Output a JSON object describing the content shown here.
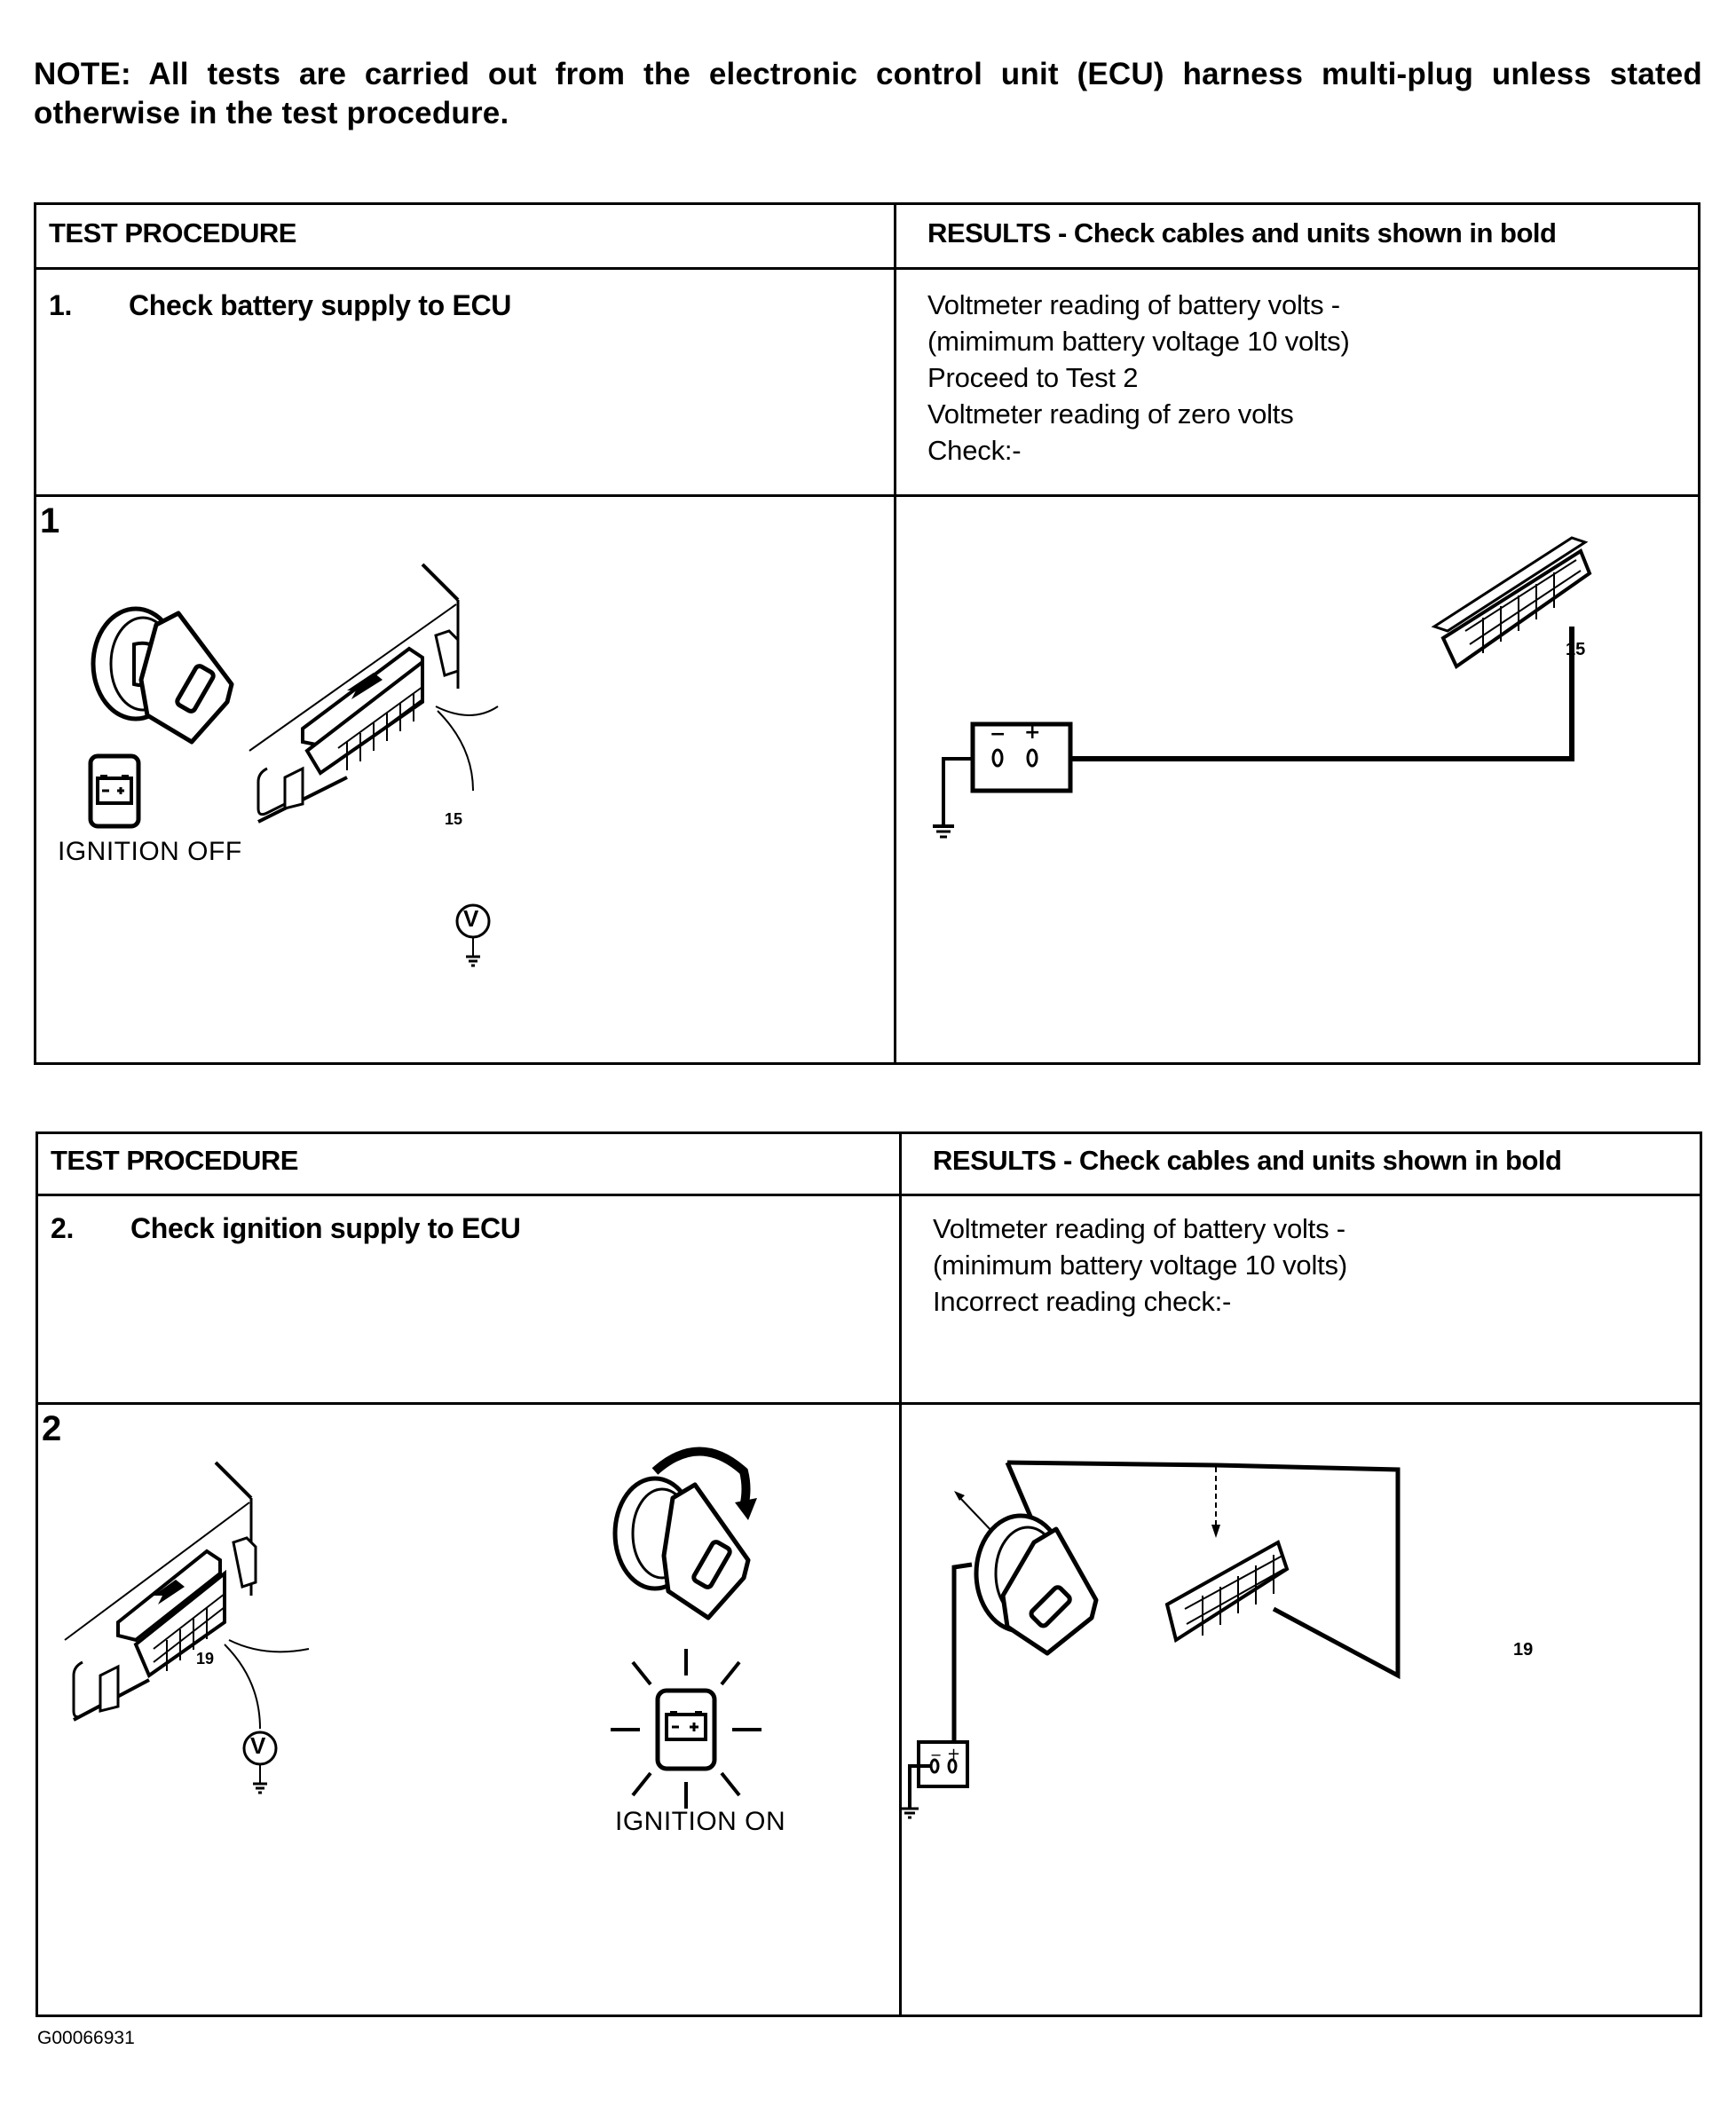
{
  "note": "NOTE: All tests are carried out from the electronic control unit (ECU) harness multi-plug unless stated otherwise in the test procedure.",
  "tests": [
    {
      "header_left": "TEST PROCEDURE",
      "header_right": "RESULTS - Check cables and units shown in bold",
      "step_number": "1.",
      "step_title": "Check battery supply to ECU",
      "results": [
        "Voltmeter reading of battery volts -",
        "(mimimum battery voltage 10 volts)",
        "Proceed to Test 2",
        "Voltmeter reading of zero volts",
        "Check:-"
      ],
      "figure_number": "1",
      "ignition_caption": "IGNITION OFF",
      "pin_label": "15",
      "meter_label": "V",
      "battery_minus": "−",
      "battery_plus": "+"
    },
    {
      "header_left": "TEST PROCEDURE",
      "header_right": "RESULTS - Check cables and units shown in bold",
      "step_number": "2.",
      "step_title": "Check ignition supply to ECU",
      "results": [
        "Voltmeter reading of battery volts -",
        "(minimum battery voltage 10 volts)",
        "Incorrect reading check:-"
      ],
      "figure_number": "2",
      "ignition_caption": "IGNITION ON",
      "pin_label": "19",
      "meter_label": "V",
      "battery_minus": "−",
      "battery_plus": "+"
    }
  ],
  "footer_id": "G00066931"
}
